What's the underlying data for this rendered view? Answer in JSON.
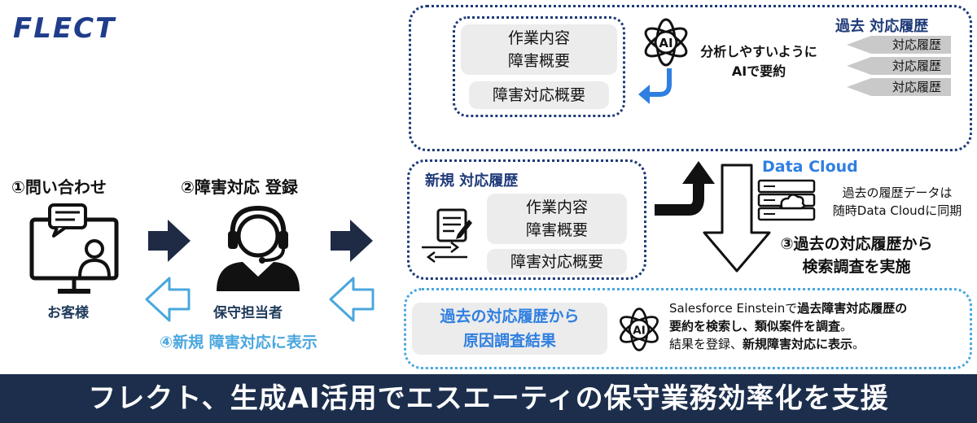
{
  "brand": {
    "logo_text": "FLECT",
    "logo_color": "#1f3d8a"
  },
  "steps": {
    "step1": "①問い合わせ",
    "step2": "②障害対応 登録",
    "step3_line1": "③過去の対応履歴から",
    "step3_line2": "検索調査を実施",
    "step4": "④新規 障害対応に表示"
  },
  "actors": {
    "customer": "お客様",
    "operator": "保守担当者"
  },
  "summary_box": {
    "card_line1": "作業内容",
    "card_line2": "障害概要",
    "card_sub": "障害対応概要",
    "ai_text_line1": "分析しやすいように",
    "ai_text_line2": "AIで要約",
    "history_title": "過去 対応履歴",
    "history_tags": [
      "対応履歴",
      "対応履歴",
      "対応履歴"
    ]
  },
  "new_box": {
    "title": "新規 対応履歴",
    "card_line1": "作業内容",
    "card_line2": "障害概要",
    "card_sub": "障害対応概要"
  },
  "data_cloud": {
    "title": "Data Cloud",
    "note_line1": "過去の履歴データは",
    "note_line2": "随時Data Cloudに同期"
  },
  "result_box": {
    "card_line1": "過去の対応履歴から",
    "card_line2": "原因調査結果",
    "desc_line1_a": "Salesforce Einsteinで",
    "desc_line1_b": "過去障害対応履歴の",
    "desc_line2_a": "要約を検索し、類似案件を調査",
    "desc_line2_b": "。",
    "desc_line3_a": "結果を登録、",
    "desc_line3_b": "新規障害対応に表示",
    "desc_line3_c": "。"
  },
  "footer": {
    "title": "フレクト、生成AI活用でエスエーティの保守業務効率化を支援"
  },
  "colors": {
    "navy": "#1c2e4c",
    "arrow_dark": "#1f2a44",
    "arrow_light": "#49a7de",
    "accent_blue": "#2057b5"
  }
}
